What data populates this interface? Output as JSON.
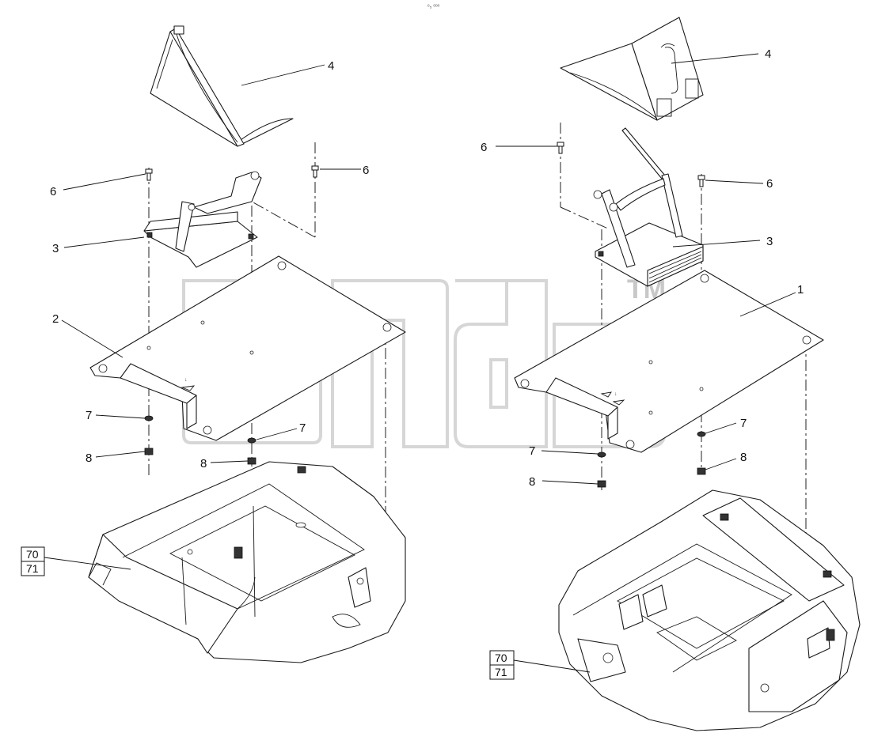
{
  "header_mark": "ᵉ₅ ᵒᵒᵒ",
  "watermark": {
    "trademark": "TM"
  },
  "left_assembly": {
    "callouts": {
      "chock": "4",
      "bolt_left": "6",
      "bolt_right": "6",
      "bracket": "3",
      "plate": "2",
      "washer_left": "7",
      "washer_mid": "7",
      "nut_left": "8",
      "nut_mid": "8"
    },
    "ref_box": {
      "top": "70",
      "bottom": "71"
    }
  },
  "right_assembly": {
    "callouts": {
      "chock": "4",
      "bolt_left": "6",
      "bolt_right": "6",
      "bracket": "3",
      "plate": "1",
      "washer_right": "7",
      "washer_mid": "7",
      "nut_right": "8",
      "nut_mid": "8"
    },
    "ref_box": {
      "top": "70",
      "bottom": "71"
    }
  }
}
